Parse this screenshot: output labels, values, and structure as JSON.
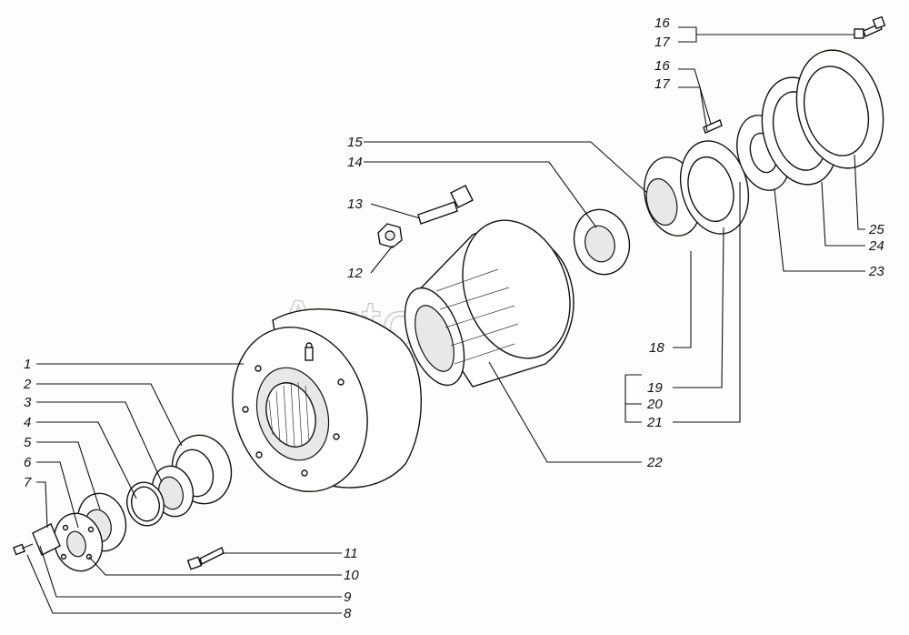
{
  "watermark": "AutoSoft",
  "labels": {
    "l1": "1",
    "l2": "2",
    "l3": "3",
    "l4": "4",
    "l5": "5",
    "l6": "6",
    "l7": "7",
    "l8": "8",
    "l9": "9",
    "l10": "10",
    "l11": "11",
    "l12": "12",
    "l13": "13",
    "l14": "14",
    "l15": "15",
    "l16a": "16",
    "l17a": "17",
    "l16b": "16",
    "l17b": "17",
    "l18": "18",
    "l19": "19",
    "l20": "20",
    "l21": "21",
    "l22": "22",
    "l23": "23",
    "l24": "24",
    "l25": "25"
  }
}
